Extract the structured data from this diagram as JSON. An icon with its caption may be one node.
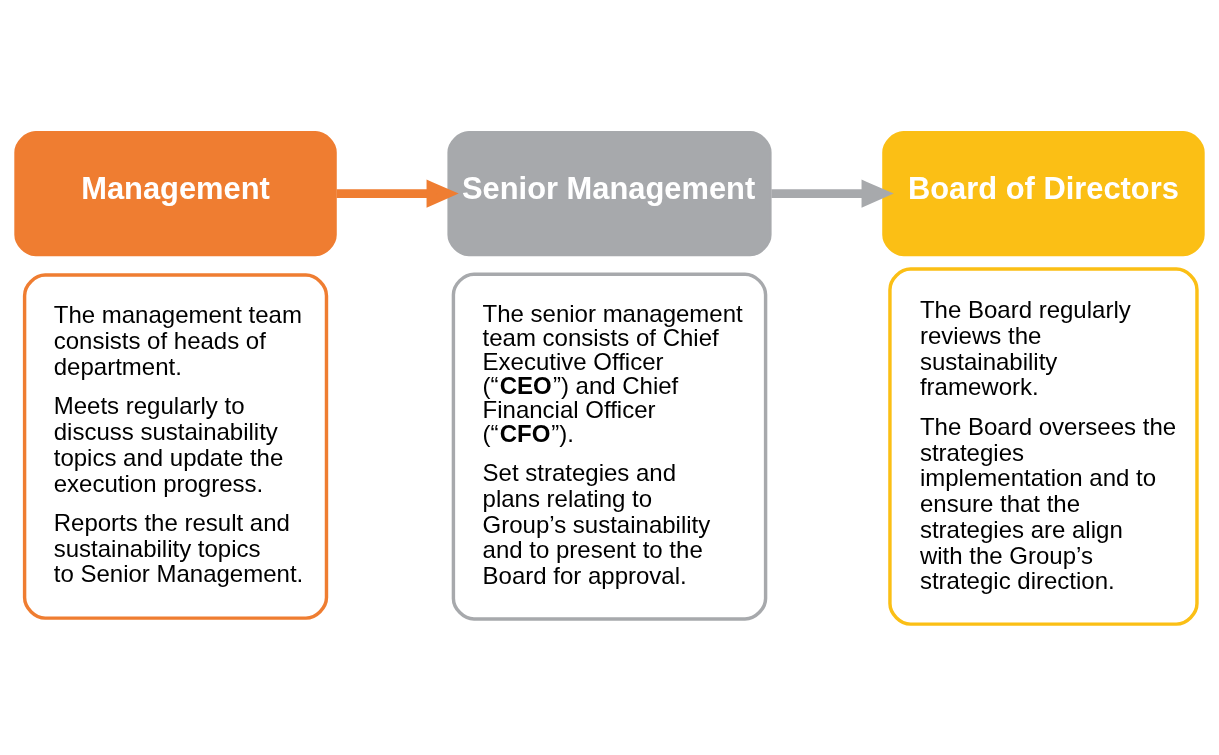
{
  "diagram": {
    "nodes": [
      {
        "text": [
          "Management"
        ]
      },
      {
        "text": [
          "The management team consists of heads of department.",
          "Meets regularly to discuss sustainability topics and update the execution progress.",
          "Reports the result and sustainability topics to Senior Management."
        ]
      },
      {
        "text": [
          "Senior Management"
        ]
      },
      {
        "text": [
          "The senior management team consists of Chief Executive Officer (“**CEO**”) and Chief Financial Officer (“**CFO**”).",
          "Set strategies and plans relating to Group’s sustainability and to present to the Board for approval."
        ]
      },
      {
        "text": [
          "Board of Directors"
        ]
      },
      {
        "text": [
          "The Board regularly reviews the sustainability framework.",
          "The Board oversees the strategies implementation and to ensure that the strategies are align with the Group’s strategic direction."
        ]
      }
    ],
    "edges": [
      {
        "from": 0,
        "to": 2,
        "arrow": "to",
        "color": "#ef7d31"
      },
      {
        "from": 2,
        "to": 4,
        "arrow": "to",
        "color": "#a7a9ac"
      }
    ]
  }
}
